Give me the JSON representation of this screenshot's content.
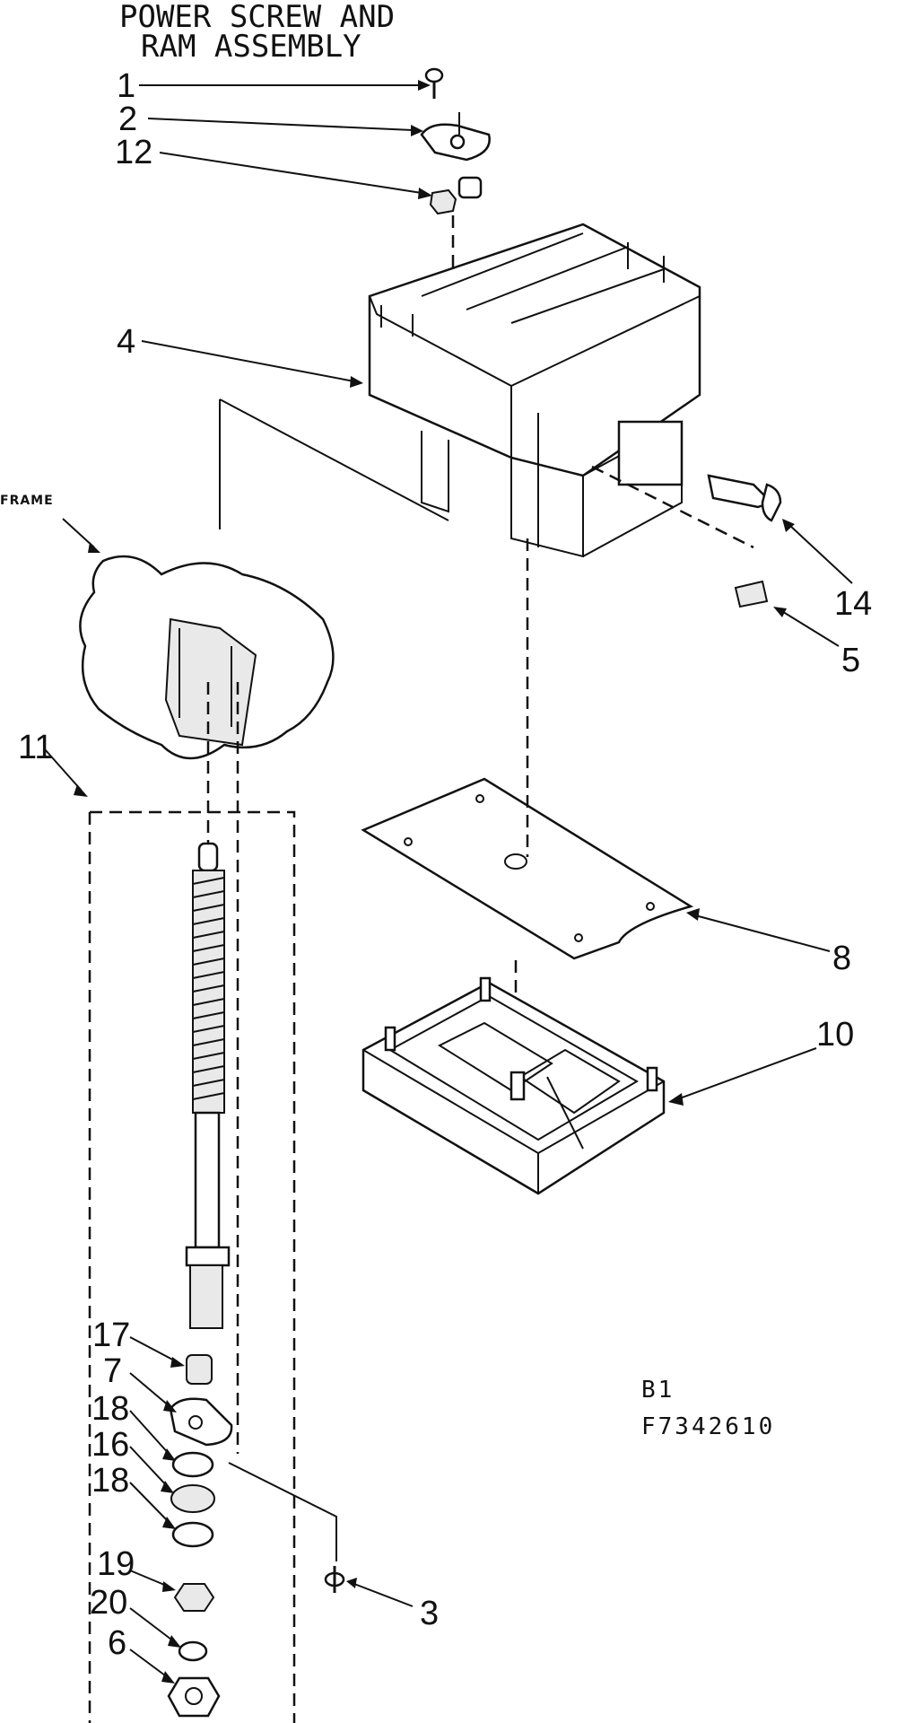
{
  "title": {
    "line1": "POWER SCREW AND",
    "line2": "RAM ASSEMBLY"
  },
  "frame_label": "FRAME",
  "callouts": [
    "1",
    "2",
    "12",
    "4",
    "14",
    "5",
    "11",
    "8",
    "10",
    "17",
    "7",
    "18",
    "16",
    "18",
    "3",
    "19",
    "20",
    "6"
  ],
  "figure_ref": {
    "line1": "B1",
    "line2": "F7342610"
  }
}
